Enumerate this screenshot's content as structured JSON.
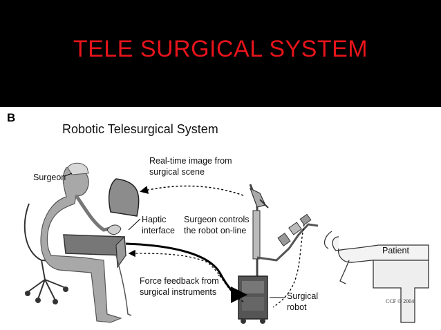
{
  "slide": {
    "title": "TELE SURGICAL SYSTEM",
    "title_color": "#e8141b"
  },
  "figure": {
    "panel_letter": "B",
    "title": "Robotic Telesurgical System",
    "labels": {
      "surgeon": "Surgeon",
      "realtime_line1": "Real-time image from",
      "realtime_line2": "surgical scene",
      "haptic_line1": "Haptic",
      "haptic_line2": "interface",
      "controls_line1": "Surgeon controls",
      "controls_line2": "the robot on-line",
      "force_line1": "Force feedback from",
      "force_line2": "surgical instruments",
      "robot_line1": "Surgical",
      "robot_line2": "robot",
      "patient": "Patient"
    },
    "credit": "CCF © 2004"
  }
}
